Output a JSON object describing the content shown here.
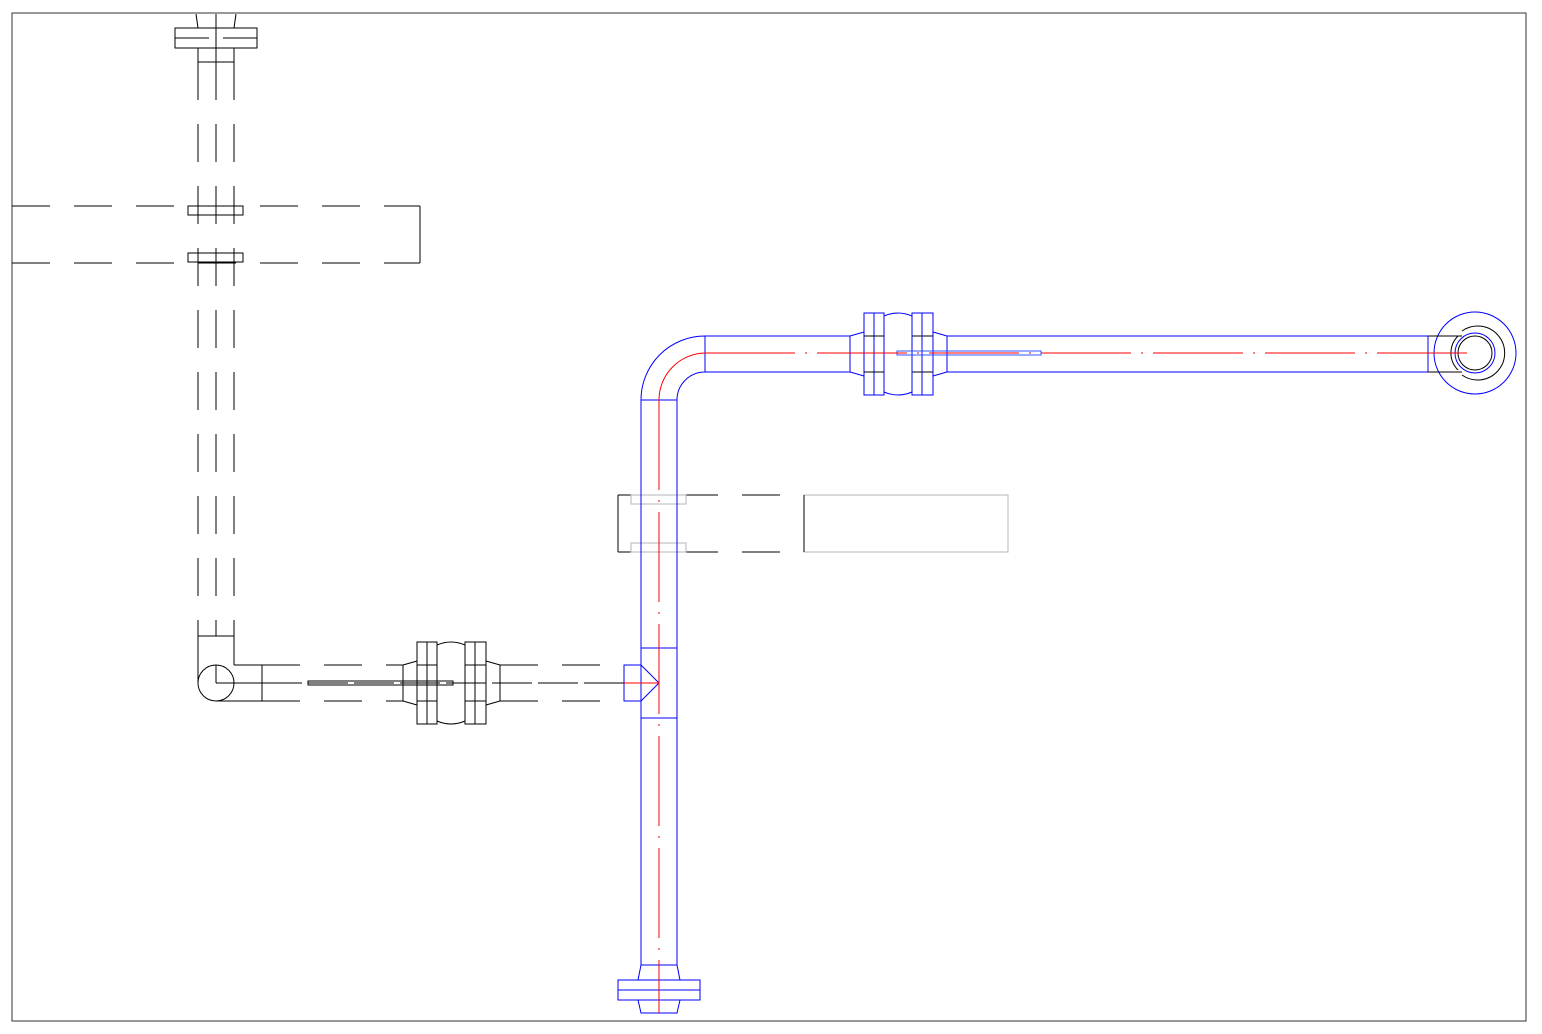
{
  "drawing": {
    "type": "piping-layout",
    "colors": {
      "frame": "#333333",
      "existing_pipe": "#000000",
      "new_pipe": "#0000ff",
      "centerline": "#ff0000",
      "reference": "#b4b4b4"
    },
    "components": [
      "pipe-run-existing",
      "valve-existing",
      "elbow-existing",
      "pipe-run-new",
      "elbow-new",
      "tee-new",
      "valve-new",
      "flange-bottom",
      "pipe-end-circle"
    ]
  }
}
